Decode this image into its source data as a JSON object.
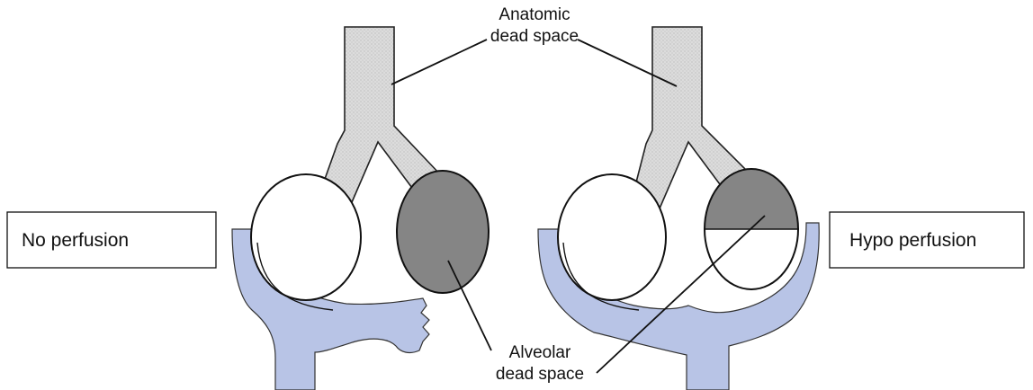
{
  "labels": {
    "anatomic_line1": "Anatomic",
    "anatomic_line2": "dead space",
    "alveolar_line1": "Alveolar",
    "alveolar_line2": "dead space",
    "left_box": "No perfusion",
    "right_box": "Hypo perfusion"
  },
  "colors": {
    "airway": "#d9d9d9",
    "blood": "#b8c4e6",
    "dead_alveolus": "#858585",
    "outline": "#111111"
  }
}
